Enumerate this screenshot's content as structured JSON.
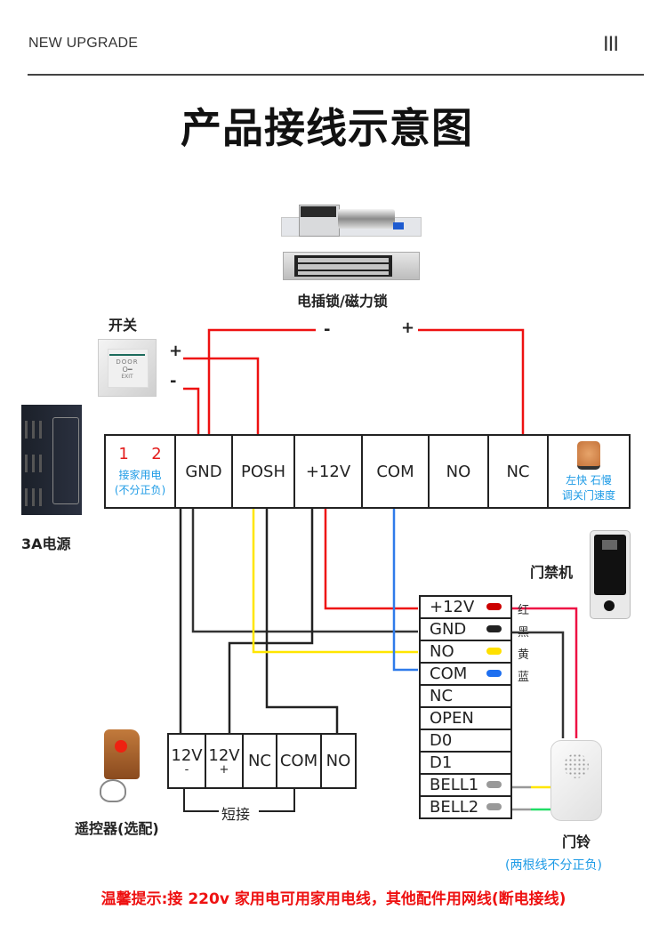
{
  "header": {
    "tag": "NEW UPGRADE",
    "bars_glyph": "III",
    "title": "产品接线示意图"
  },
  "lock": {
    "label": "电插锁/磁力锁",
    "minus": "-",
    "plus": "+"
  },
  "exit_switch": {
    "label": "开关",
    "plus": "+",
    "minus": "-",
    "button_line1": "DOOR",
    "button_line2": "EXIT"
  },
  "power_supply": {
    "label": "3A电源"
  },
  "main_terminal": {
    "ac_inputs": [
      "1",
      "2"
    ],
    "ac_note_line1": "接家用电",
    "ac_note_line2": "(不分正负)",
    "terminals": [
      "GND",
      "POSH",
      "+12V",
      "COM",
      "NO",
      "NC"
    ],
    "speed_note_line1": "左快 石慢",
    "speed_note_line2": "调关门速度"
  },
  "access_controller": {
    "label": "门禁机",
    "rows": [
      {
        "name": "+12V",
        "color_name": "红",
        "dot": "#cc0000"
      },
      {
        "name": "GND",
        "color_name": "黑",
        "dot": "#222222"
      },
      {
        "name": "NO",
        "color_name": "黄",
        "dot": "#ffe000"
      },
      {
        "name": "COM",
        "color_name": "蓝",
        "dot": "#1e6ff0"
      },
      {
        "name": "NC",
        "color_name": "",
        "dot": ""
      },
      {
        "name": "OPEN",
        "color_name": "",
        "dot": ""
      },
      {
        "name": "D0",
        "color_name": "",
        "dot": ""
      },
      {
        "name": "D1",
        "color_name": "",
        "dot": ""
      },
      {
        "name": "BELL1",
        "color_name": "",
        "dot": "#999999"
      },
      {
        "name": "BELL2",
        "color_name": "",
        "dot": "#999999"
      }
    ]
  },
  "remote_receiver": {
    "label": "遥控器(选配)",
    "terminals": [
      {
        "name": "12V",
        "sub": "-"
      },
      {
        "name": "12V",
        "sub": "+"
      },
      {
        "name": "NC",
        "sub": ""
      },
      {
        "name": "COM",
        "sub": ""
      },
      {
        "name": "NO",
        "sub": ""
      }
    ],
    "short_label": "短接"
  },
  "doorbell": {
    "label": "门铃",
    "note": "(两根线不分正负)"
  },
  "warning": "温馨提示:接 220v 家用电可用家用电线，其他配件用网线(断电接线)",
  "wire_colors": {
    "red": "#ee1111",
    "black": "#222222",
    "yellow": "#ffe600",
    "blue": "#2f7bea",
    "green": "#22dd66",
    "grey": "#999999"
  }
}
